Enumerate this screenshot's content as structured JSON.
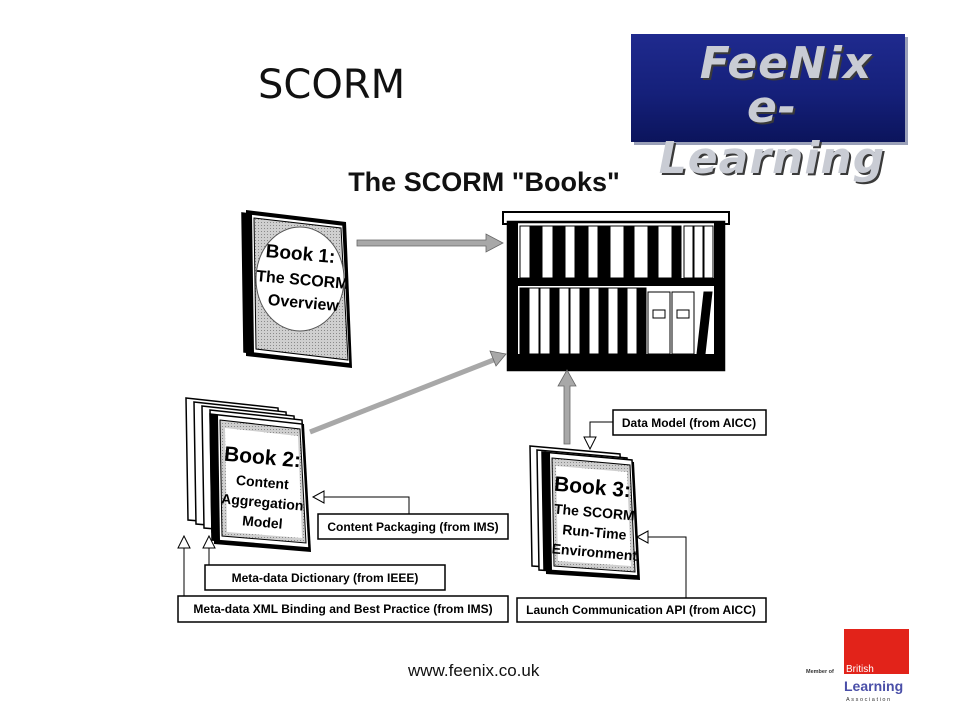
{
  "slide": {
    "title": "SCORM",
    "footer_url": "www.feenix.co.uk"
  },
  "logo": {
    "line1": "FeeNix",
    "line2": "e-Learning",
    "color": "#1a2380"
  },
  "badge": {
    "member_of": "Member of",
    "british": "British",
    "learning": "Learning",
    "association": "Association",
    "color": "#e2231a"
  },
  "diagram": {
    "heading": "The SCORM \"Books\"",
    "book1": {
      "line1": "Book 1:",
      "line2": "The SCORM",
      "line3": "Overview"
    },
    "book2": {
      "line1": "Book 2:",
      "line2": "Content",
      "line3": "Aggregation",
      "line4": "Model"
    },
    "book3": {
      "line1": "Book 3:",
      "line2": "The SCORM",
      "line3": "Run-Time",
      "line4": "Environment"
    },
    "labels": {
      "content_packaging": "Content Packaging (from IMS)",
      "metadata_dictionary": "Meta-data Dictionary (from IEEE)",
      "metadata_xml": "Meta-data XML Binding and Best Practice (from IMS)",
      "data_model": "Data Model (from AICC)",
      "launch_api": "Launch Communication API (from AICC)"
    }
  }
}
